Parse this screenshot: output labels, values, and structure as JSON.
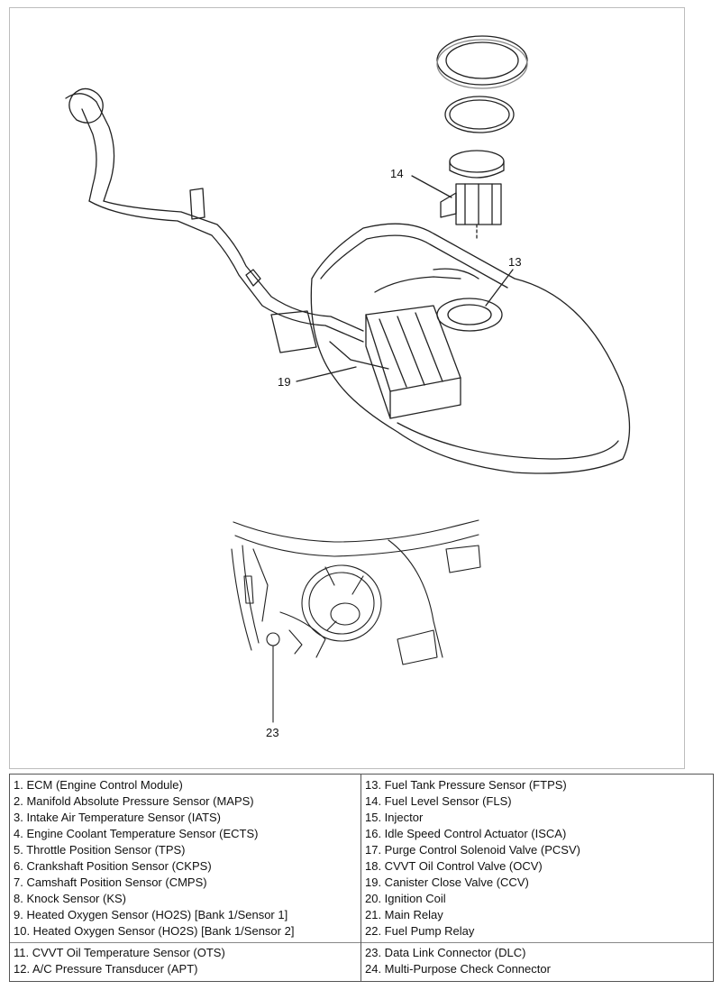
{
  "callouts": {
    "c14": "14",
    "c13": "13",
    "c19": "19",
    "c23": "23"
  },
  "legend": {
    "left": [
      "1. ECM (Engine Control Module)",
      "2. Manifold Absolute Pressure Sensor (MAPS)",
      "3. Intake Air Temperature Sensor (IATS)",
      "4. Engine Coolant Temperature Sensor (ECTS)",
      "5. Throttle Position Sensor (TPS)",
      "6. Crankshaft Position Sensor (CKPS)",
      "7. Camshaft Position Sensor (CMPS)",
      "8. Knock Sensor (KS)",
      "9. Heated Oxygen Sensor (HO2S) [Bank 1/Sensor 1]",
      "10. Heated Oxygen Sensor (HO2S) [Bank 1/Sensor 2]",
      "11. CVVT Oil Temperature Sensor (OTS)",
      "12. A/C Pressure Transducer (APT)"
    ],
    "right": [
      "13. Fuel Tank Pressure Sensor (FTPS)",
      "14. Fuel Level Sensor (FLS)",
      "15. Injector",
      "16. Idle Speed Control Actuator (ISCA)",
      "17. Purge Control Solenoid Valve (PCSV)",
      "18. CVVT Oil Control Valve (OCV)",
      "19. Canister Close Valve (CCV)",
      "20. Ignition Coil",
      "21. Main Relay",
      "22. Fuel Pump Relay",
      "23. Data Link Connector (DLC)",
      "24. Multi-Purpose Check Connector"
    ]
  }
}
